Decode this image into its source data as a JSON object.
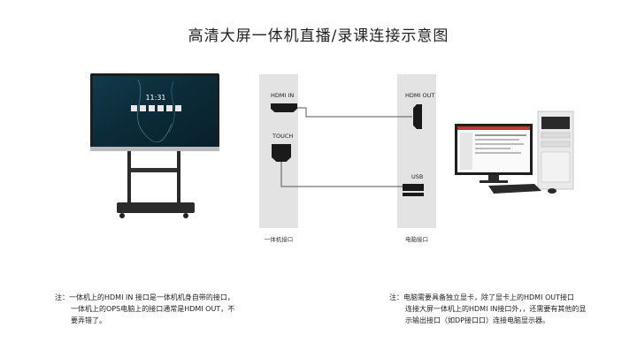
{
  "title": "高清大屏一体机直播/录课连接示意图",
  "left_panel": {
    "port1": "HDMI IN",
    "port2": "TOUCH",
    "caption": "一体机接口"
  },
  "right_panel": {
    "port1": "HDMI OUT",
    "port2": "USB",
    "caption": "电脑接口"
  },
  "display": {
    "clock": "11:31"
  },
  "notes": {
    "left": [
      "注：一体机上的HDMI IN 接口是一体机机身自带的接口，",
      "一体机上的OPS电脑上的接口通常是HDMI OUT，不",
      "要弄错了。"
    ],
    "right": [
      "注：电脑需要具备独立显卡，除了显卡上的HDMI OUT接口",
      "连接大屏一体机上的HDMI IN接口外，，还需要有其他的显",
      "示输出接口（如DP接口口）连接电脑显示器。"
    ]
  },
  "colors": {
    "panel": "#e3e3e3",
    "wire": "#555555",
    "port": "#1a1a1a"
  }
}
